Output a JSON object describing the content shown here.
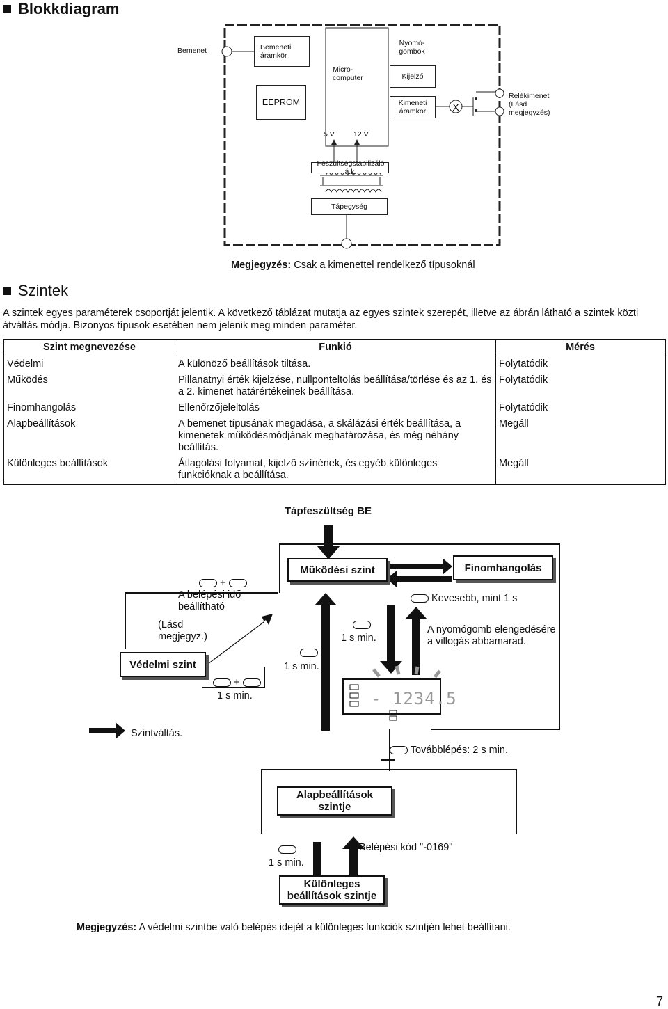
{
  "blokkdiagram": {
    "title": "Blokkdiagram",
    "input": "Bemenet",
    "input_circuit": [
      "Bemeneti",
      "áramkör"
    ],
    "microcomputer": [
      "Micro-",
      "computer"
    ],
    "buttons": [
      "Nyomó-",
      "gombok"
    ],
    "display": "Kijelző",
    "eeprom": "EEPROM",
    "output_circuit": [
      "Kimeneti",
      "áramkör"
    ],
    "relay": [
      "Relékimenet",
      "(Lásd",
      "megjegyzés)"
    ],
    "v5": "5 V",
    "v12": "12 V",
    "stabilizer": "Feszültségstabilizáló á.k.",
    "psu": "Tápegység",
    "note_label": "Megjegyzés:",
    "note_text": "Csak a kimenettel rendelkező típusoknál"
  },
  "szintek": {
    "title": "Szintek",
    "intro": "A szintek egyes paraméterek csoportját jelentik. A következő táblázat mutatja az egyes szintek szerepét, illetve az ábrán látható a szintek közti átváltás módja. Bizonyos típusok esetében nem jelenik meg minden paraméter.",
    "headers": [
      "Szint megnevezése",
      "Funkió",
      "Mérés"
    ],
    "rows": [
      [
        "Védelmi",
        "A különöző beállítások tiltása.",
        "Folytatódik"
      ],
      [
        "Működés",
        "Pillanatnyi érték kijelzése, nullponteltolás beállítása/törlése és az 1. és a 2. kimenet határértékeinek beállítása.",
        "Folytatódik"
      ],
      [
        "Finomhangolás",
        "Ellenőrzőjeleltolás",
        "Folytatódik"
      ],
      [
        "Alapbeállítások",
        "A bemenet típusának megadása, a skálázási érték beállítása, a kimenetek működésmódjának meghatározása, és még néhány beállítás.",
        "Megáll"
      ],
      [
        "Különleges beállítások",
        "Átlagolási folyamat, kijelző színének, és egyéb különleges funkcióknak a beállítása.",
        "Megáll"
      ]
    ]
  },
  "flow": {
    "power_on": "Tápfeszültség BE",
    "operation_level": "Működési szint",
    "fine_tuning": "Finomhangolás",
    "protect_level": "Védelmi szint",
    "basic_level": [
      "Alapbeállítások",
      "szintje"
    ],
    "special_level": [
      "Különleges",
      "beállítások szintje"
    ],
    "plus": "+",
    "entry_time": [
      "A belépési idő",
      "beállítható"
    ],
    "see_note": [
      "(Lásd",
      "megjegyz.)"
    ],
    "less_than": "Kevesebb, mint 1 s",
    "release": [
      "A nyomógomb elengedésére",
      "a villogás abbamarad."
    ],
    "one_s_min": "1 s min.",
    "display_value": "- 1234.5",
    "level_change": "Szintváltás.",
    "continue": "Továbblépés: 2 s min.",
    "entry_code": "Belépési kód \"-0169\"",
    "note_label": "Megjegyzés:",
    "note_text": "A védelmi szintbe való belépés idejét a különleges funkciók szintjén lehet beállítani."
  },
  "page_number": "7"
}
